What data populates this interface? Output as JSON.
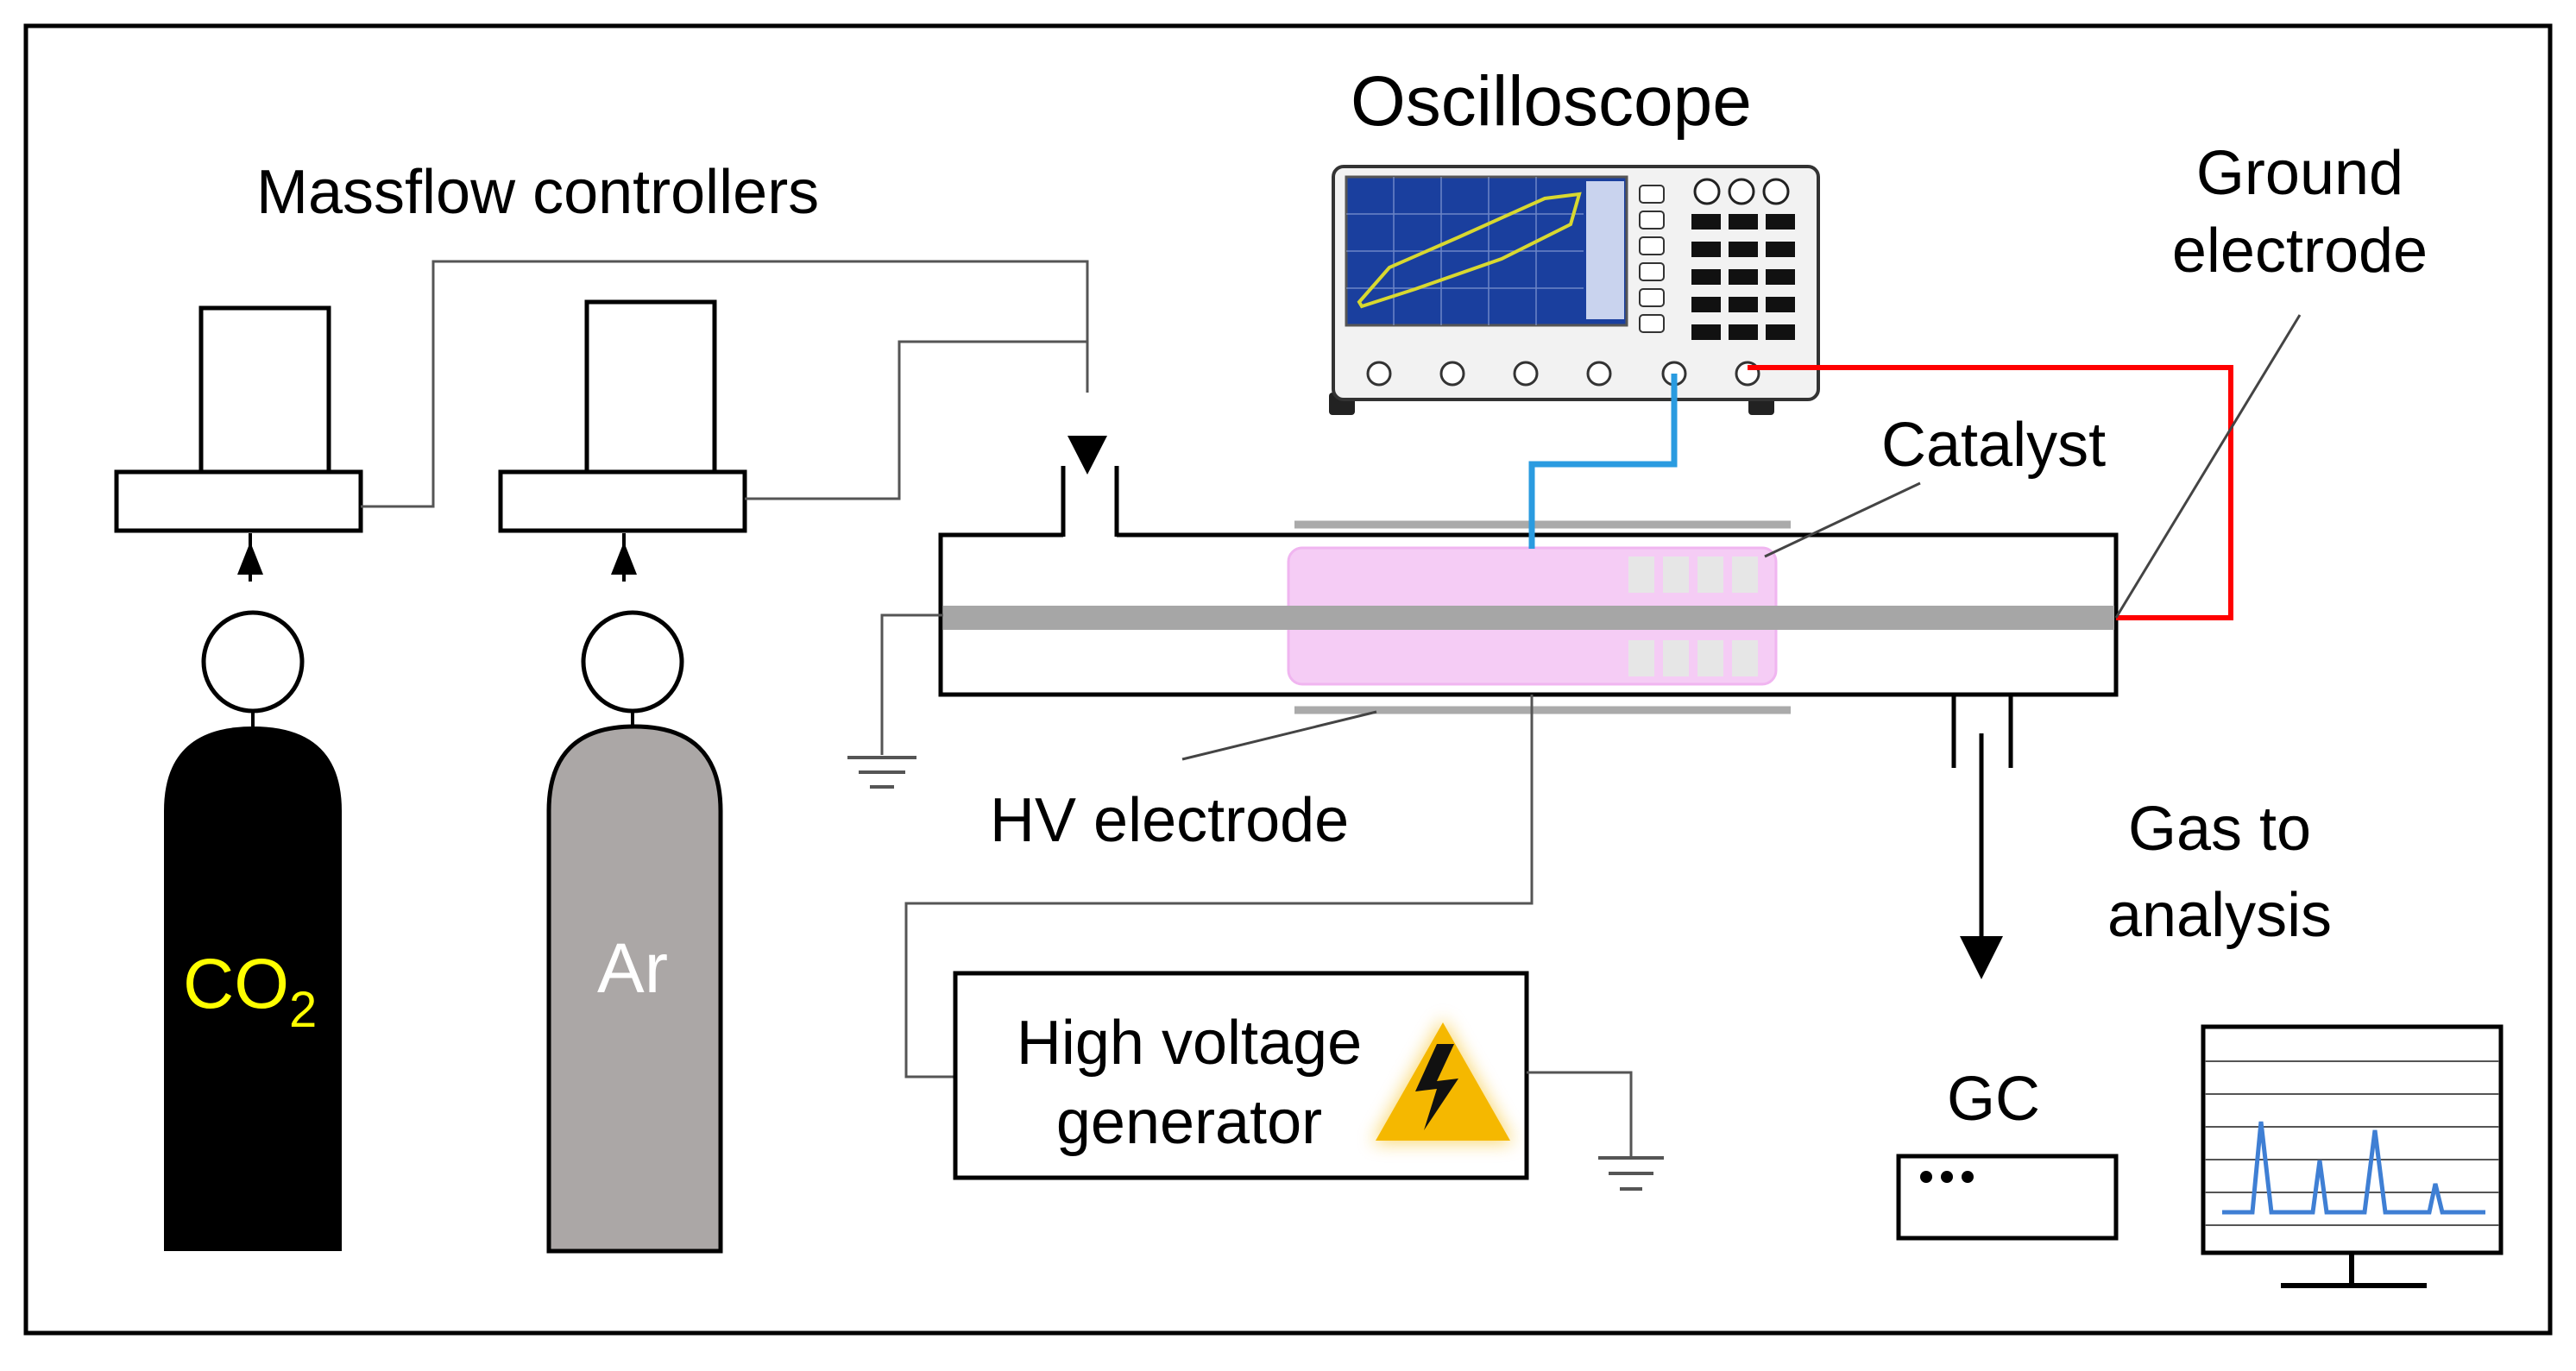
{
  "labels": {
    "massflow": "Massflow controllers",
    "oscilloscope": "Oscilloscope",
    "ground_line1": "Ground",
    "ground_line2": "electrode",
    "catalyst": "Catalyst",
    "hv_electrode": "HV electrode",
    "gas_line1": "Gas to",
    "gas_line2": "analysis",
    "hv_gen_line1": "High voltage",
    "hv_gen_line2": "generator",
    "gc": "GC"
  },
  "cylinders": {
    "co2_main": "CO",
    "co2_sub": "2",
    "ar": "Ar"
  },
  "colors": {
    "co2_cylinder": "#000000",
    "co2_text": "#ffff00",
    "ar_cylinder": "#aba7a6",
    "ar_text": "#ffffff",
    "plasma": "#f5ccf5",
    "rod": "#a6a6a6",
    "ground_wire": "#ff0000",
    "probe_wire": "#2a9be0",
    "chromatogram": "#3f7fd4",
    "warning": "#f5b800",
    "scope_screen": "#1a3f9e"
  },
  "icons": {
    "warning": "high-voltage-warning-icon",
    "ground": "ground-symbol-icon",
    "monitor": "monitor-icon"
  }
}
